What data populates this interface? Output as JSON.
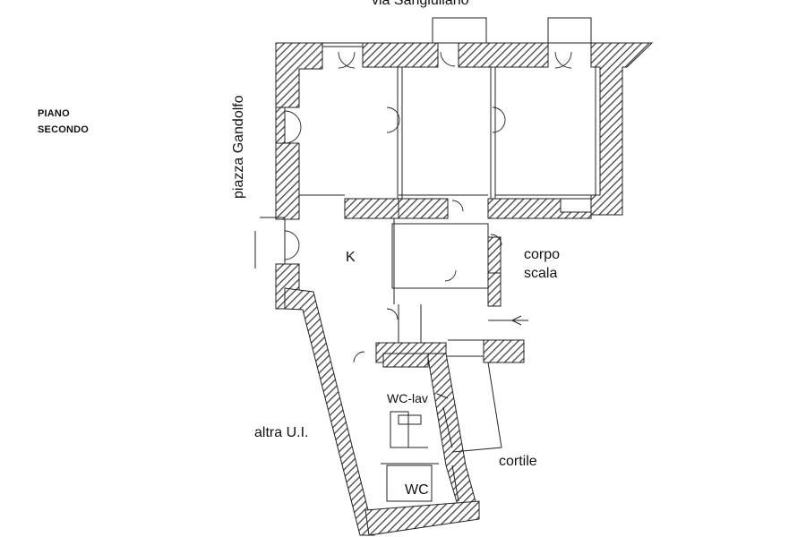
{
  "floor_label": {
    "line1": "PIANO",
    "line2": "SECONDO"
  },
  "streets": {
    "top": "via Sangiuliano",
    "left": "piazza Gandolfo"
  },
  "rooms": {
    "kitchen": "K",
    "stair": {
      "line1": "corpo",
      "line2": "scala"
    },
    "wc_lav": "WC-lav",
    "wc": "WC",
    "other_unit": "altra U.I.",
    "courtyard": "cortile"
  },
  "colors": {
    "wall_hatch": "#444444",
    "line": "#222222",
    "background": "#ffffff"
  }
}
